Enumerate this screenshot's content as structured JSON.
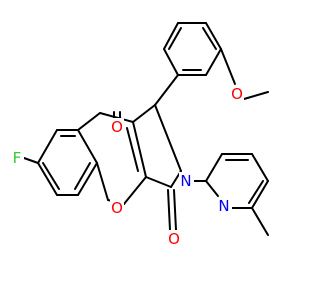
{
  "colors": {
    "bond": "#000000",
    "oxygen": "#ff0000",
    "nitrogen": "#0000ff",
    "fluorine": "#33cc33",
    "background": "#ffffff"
  },
  "atoms": {
    "f": "F",
    "o_ketone": "O",
    "o_methoxy": "O",
    "o_ring": "O",
    "o_lactam": "O",
    "n_ring": "N",
    "n_pyridine": "N"
  }
}
